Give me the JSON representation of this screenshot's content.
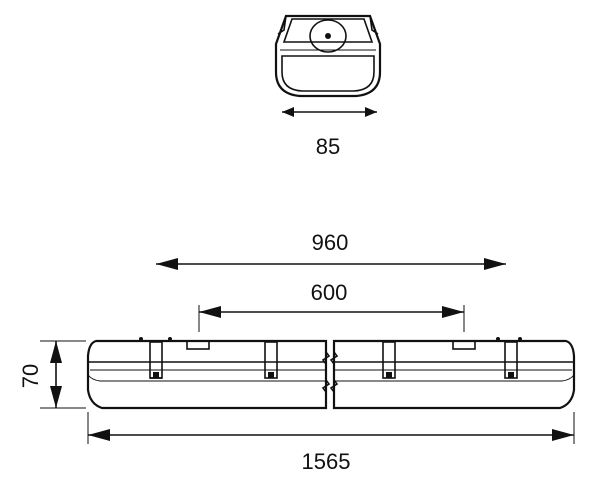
{
  "dimensions": {
    "end_width": "85",
    "clip_distance_outer": "960",
    "clip_distance_inner": "600",
    "height": "70",
    "total_length": "1565"
  }
}
